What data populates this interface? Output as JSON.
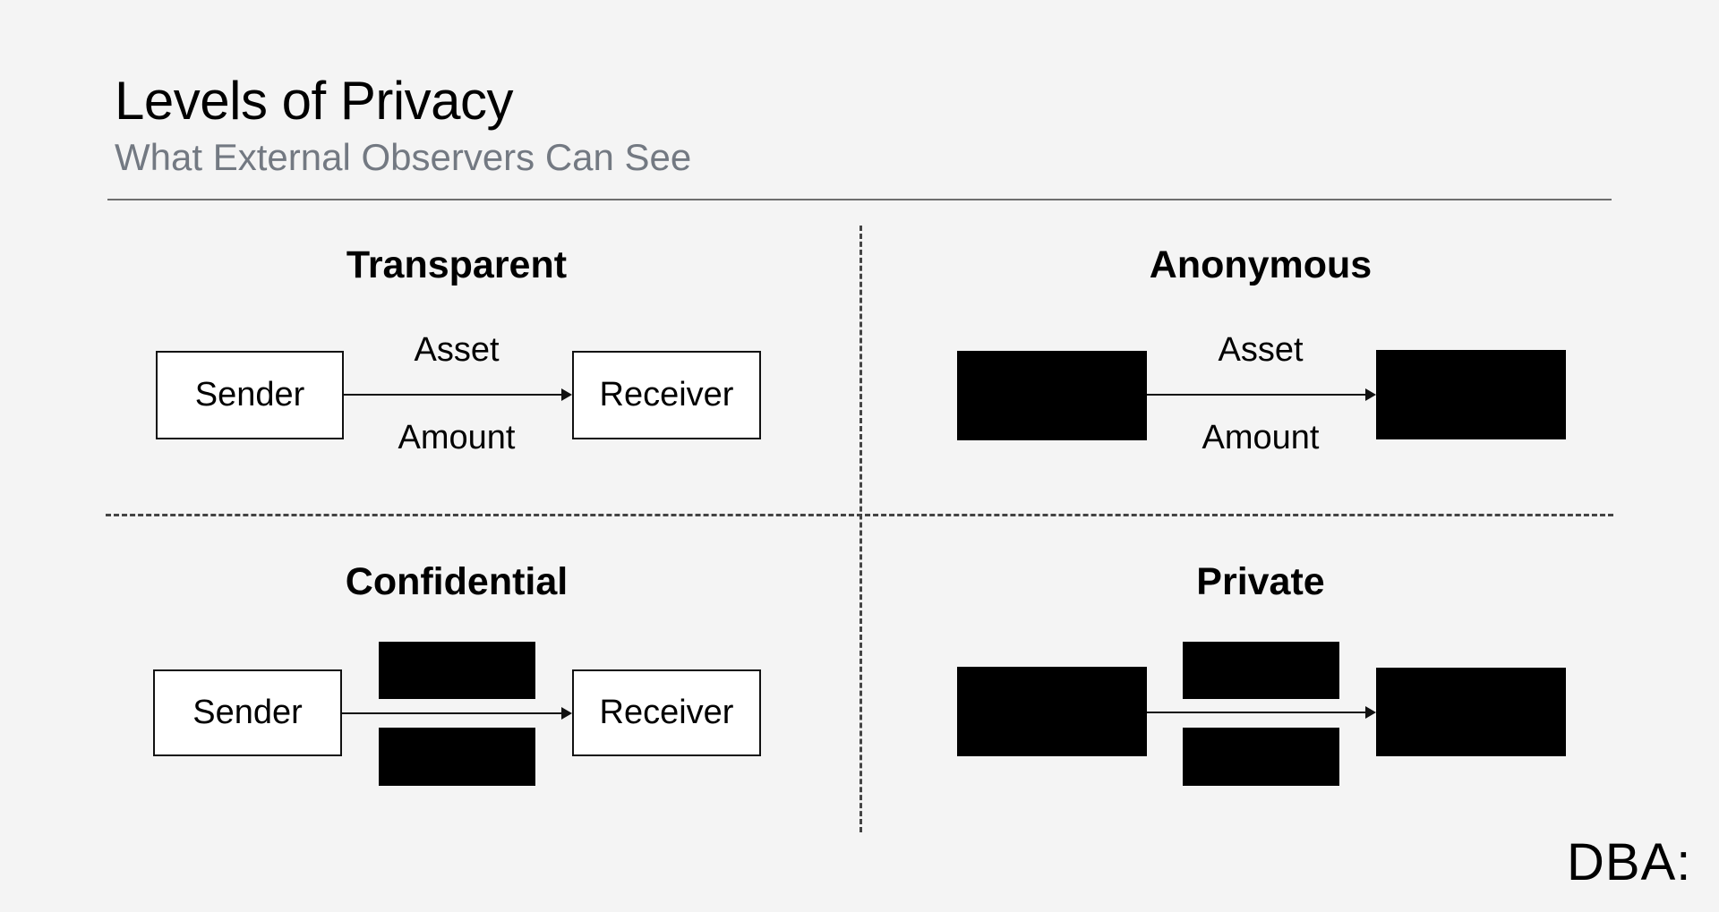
{
  "header": {
    "title": "Levels of Privacy",
    "subtitle": "What External Observers Can See"
  },
  "quadrants": {
    "transparent": {
      "title": "Transparent",
      "sender": "Sender",
      "receiver": "Receiver",
      "asset": "Asset",
      "amount": "Amount"
    },
    "anonymous": {
      "title": "Anonymous",
      "asset": "Asset",
      "amount": "Amount"
    },
    "confidential": {
      "title": "Confidential",
      "sender": "Sender",
      "receiver": "Receiver"
    },
    "private": {
      "title": "Private"
    }
  },
  "logo": "DBA:",
  "colors": {
    "background": "#f4f4f4",
    "subtitle": "#737982",
    "redaction": "#000000"
  }
}
